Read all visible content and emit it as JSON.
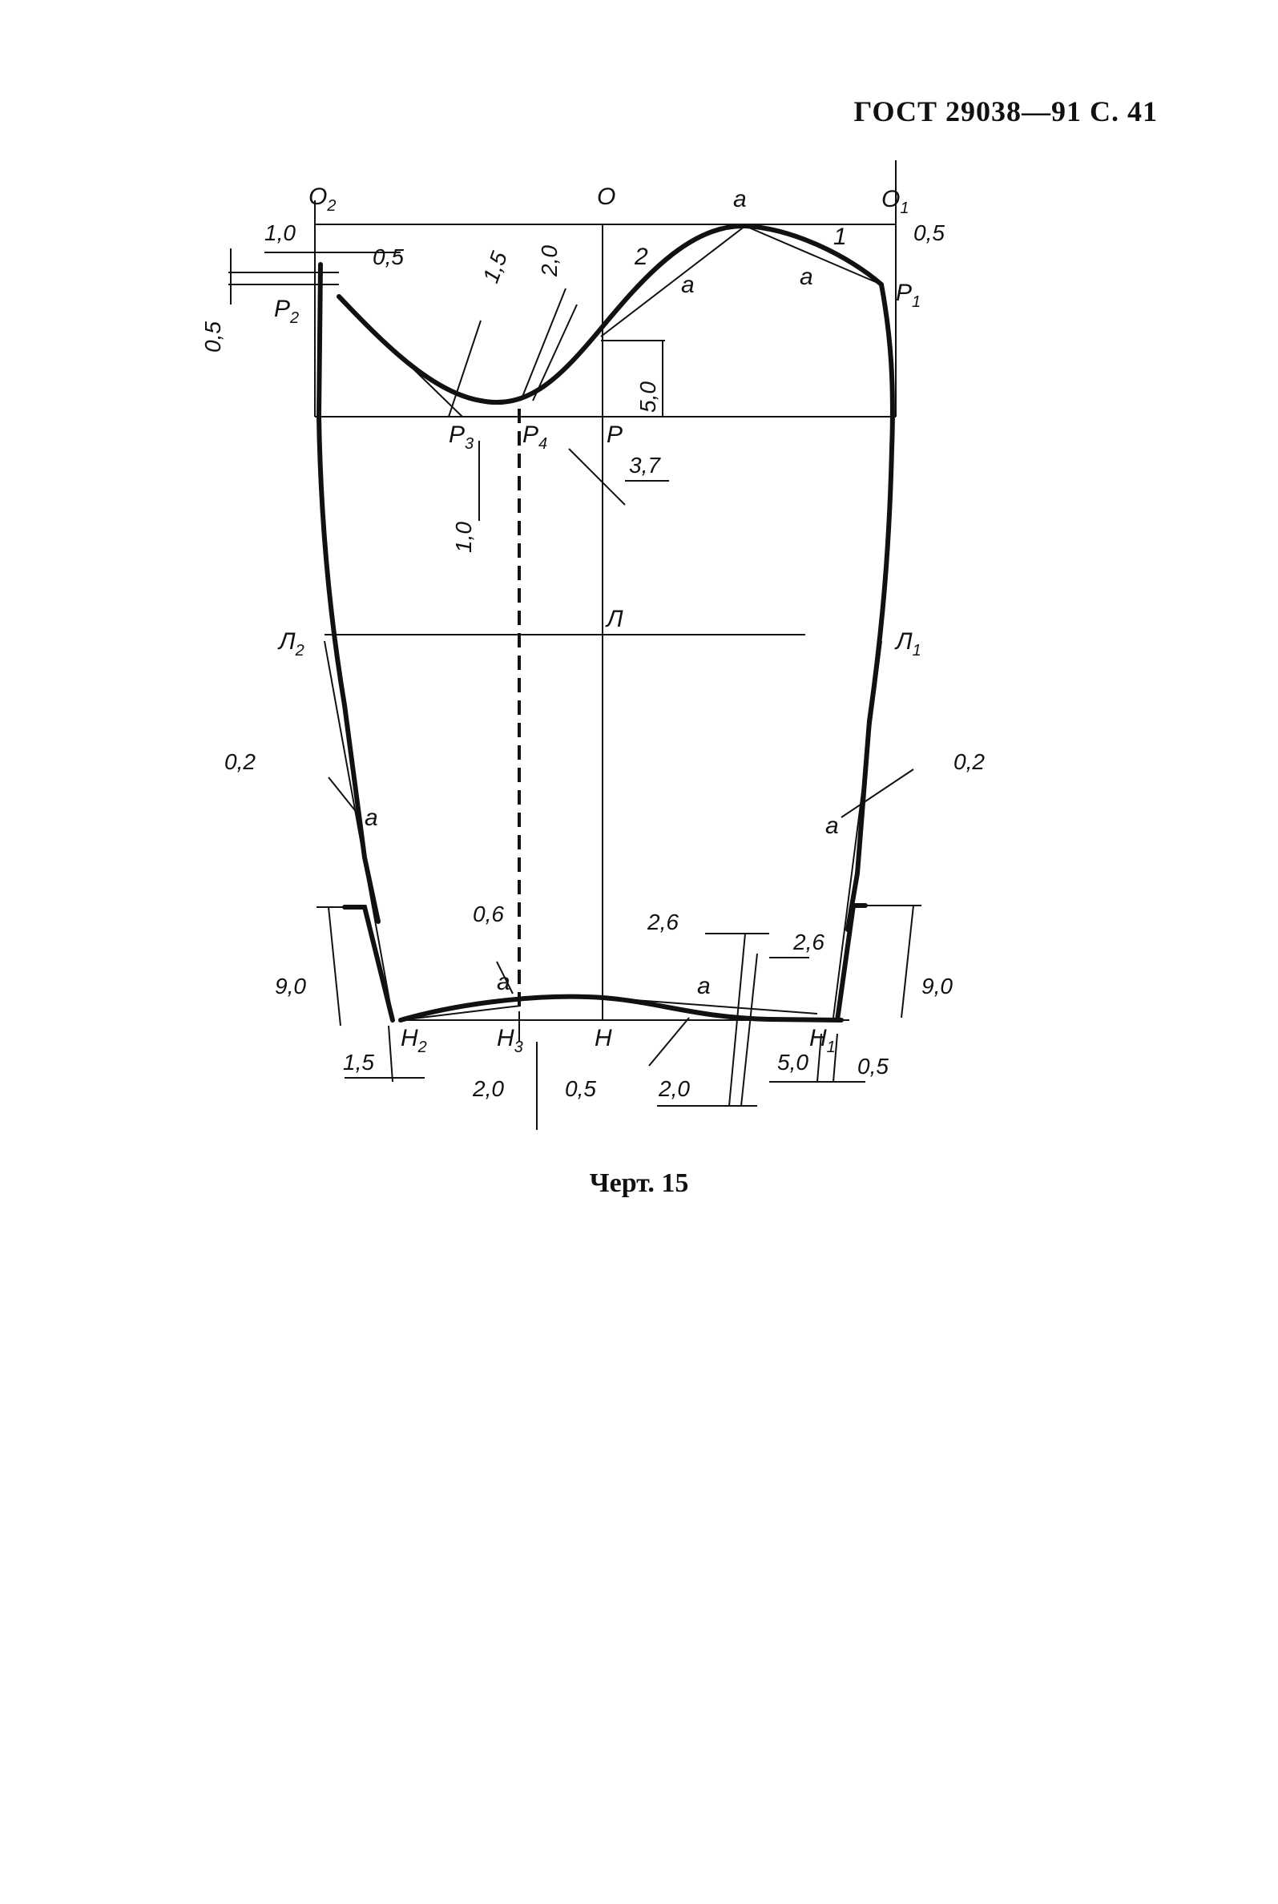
{
  "header": "ГОСТ 29038—91 С. 41",
  "caption": "Черт. 15",
  "points": {
    "O2": {
      "main": "O",
      "sub": "2"
    },
    "O": {
      "main": "O",
      "sub": ""
    },
    "a_top": {
      "main": "a",
      "sub": ""
    },
    "O1": {
      "main": "O",
      "sub": "1"
    },
    "P2": {
      "main": "P",
      "sub": "2"
    },
    "P1": {
      "main": "P",
      "sub": "1"
    },
    "P3": {
      "main": "P",
      "sub": "3"
    },
    "P4": {
      "main": "P",
      "sub": "4"
    },
    "P": {
      "main": "P",
      "sub": ""
    },
    "L2": {
      "main": "Л",
      "sub": "2"
    },
    "L": {
      "main": "Л",
      "sub": ""
    },
    "L1": {
      "main": "Л",
      "sub": "1"
    },
    "H2": {
      "main": "H",
      "sub": "2"
    },
    "H3": {
      "main": "H",
      "sub": "3"
    },
    "H": {
      "main": "H",
      "sub": ""
    },
    "H1": {
      "main": "H",
      "sub": "1"
    }
  },
  "marks": {
    "a_upper_mid": "a",
    "a_upper_right": "a",
    "a_left_side": "a",
    "a_right_side": "a",
    "a_bottom_left": "a",
    "a_bottom_right": "a",
    "num_2": "2",
    "num_1": "1"
  },
  "dimensions": {
    "d_1_0_top": "1,0",
    "d_0_5_top": "0,5",
    "d_0_5_left": "0,5",
    "d_1_5": "1,5",
    "d_2_0_top": "2,0",
    "d_0_5_right": "0,5",
    "d_5_0": "5,0",
    "d_3_7": "3,7",
    "d_1_0_mid": "1,0",
    "d_0_2_left": "0,2",
    "d_0_2_right": "0,2",
    "d_0_6": "0,6",
    "d_2_6_a": "2,6",
    "d_2_6_b": "2,6",
    "d_9_0_left": "9,0",
    "d_9_0_right": "9,0",
    "d_1_5_bottom": "1,5",
    "d_2_0_bottom_left": "2,0",
    "d_0_5_bottom": "0,5",
    "d_2_0_bottom_right": "2,0",
    "d_5_0_bottom": "5,0",
    "d_0_5_bottom_right": "0,5"
  }
}
